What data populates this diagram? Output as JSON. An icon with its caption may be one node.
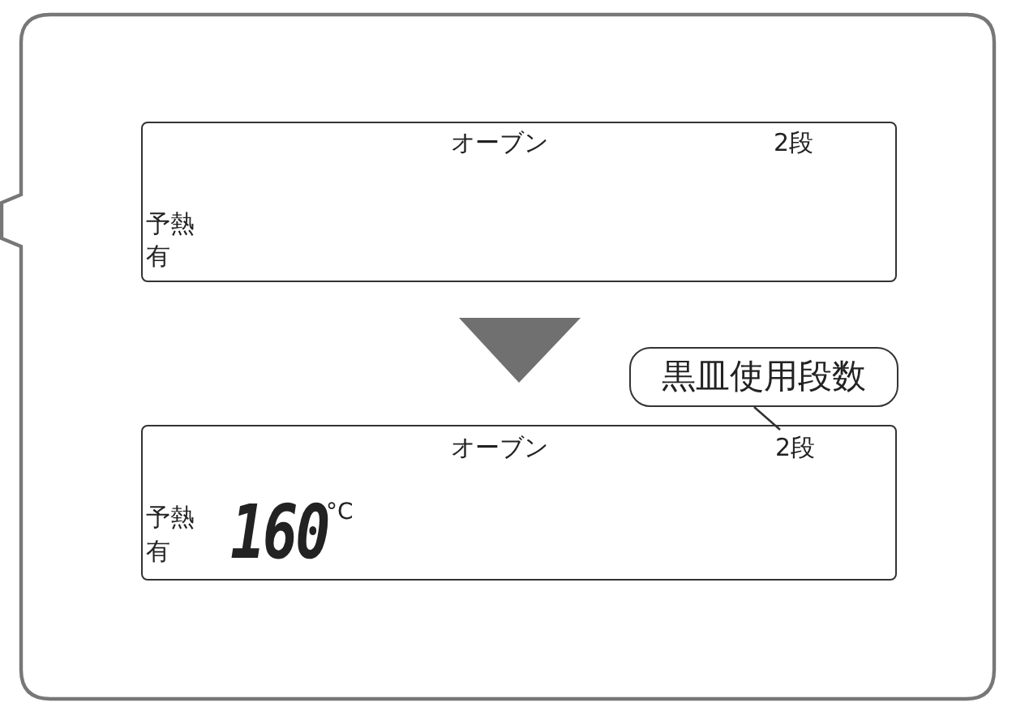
{
  "diagram": {
    "nodes": [
      {
        "text": [],
        "shape": "box"
      },
      {
        "text": [
          "オーブン",
          "2段",
          "予熱",
          "有"
        ],
        "in": 0
      },
      {
        "text": [
          "オーブン",
          "予熱",
          "有",
          "160",
          "°C"
        ],
        "in": 0
      },
      {
        "text": [
          "2段"
        ],
        "in": 2
      },
      {
        "text": [
          "黒皿使用段数"
        ],
        "in": 0
      }
    ],
    "edges": [
      {
        "from": 1,
        "to": 2,
        "arrow": "to"
      },
      {
        "from": 4,
        "to": 3,
        "arrow": "none"
      }
    ]
  }
}
